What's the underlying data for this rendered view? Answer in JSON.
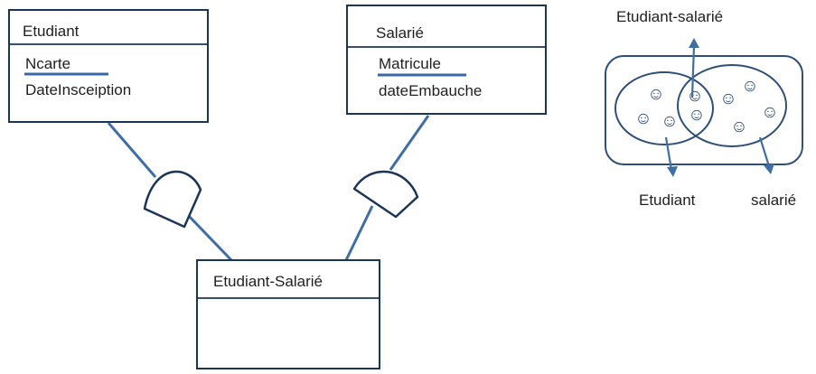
{
  "entities": {
    "etudiant": {
      "title": "Etudiant",
      "attributes": [
        "Ncarte",
        "DateInsceiption"
      ]
    },
    "salarie": {
      "title": "Salarié",
      "attributes": [
        "Matricule",
        "dateEmbauche"
      ]
    },
    "etudiant_salarie": {
      "title": "Etudiant-Salarié",
      "attributes": []
    }
  },
  "venn": {
    "top_label": "Etudiant-salarié",
    "left_label": "Etudiant",
    "right_label": "salarié",
    "smiley": "☺"
  },
  "colors": {
    "box_stroke": "#1b3556",
    "line_blue": "#3f6ea5",
    "underline_blue": "#3a67a8"
  }
}
